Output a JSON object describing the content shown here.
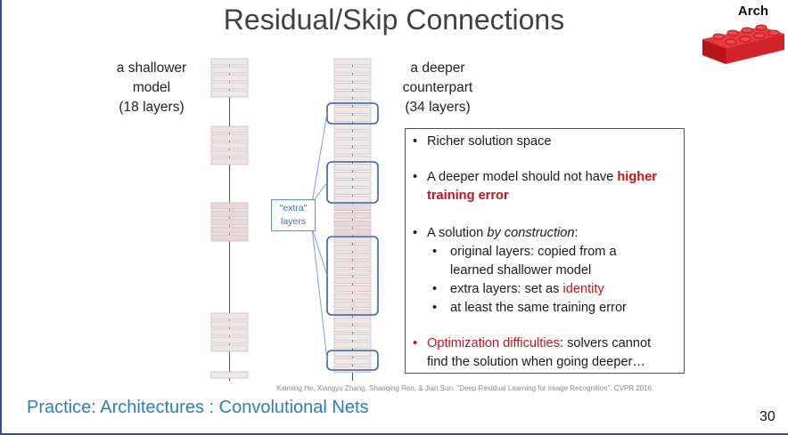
{
  "slide": {
    "title": "Residual/Skip Connections",
    "corner_label": "Arch",
    "page_number": "30",
    "footer": "Practice: Architectures : Convolutional Nets",
    "citation": "Kaiming He, Xiangyu Zhang, Shaoqing Ren, & Jian Sun. \"Deep Residual Learning for Image Recognition\". CVPR 2016."
  },
  "diagram": {
    "shallow_label": [
      "a shallower",
      "model",
      "(18 layers)"
    ],
    "deep_label": [
      "a deeper",
      "counterpart",
      "(34 layers)"
    ],
    "extra_label": [
      "\"extra\"",
      "layers"
    ]
  },
  "infobox": {
    "b1": "Richer solution space",
    "b2_pre": "A deeper model should not have ",
    "b2_red1": "higher",
    "b2_red2": "training error",
    "b3_pre": "A solution ",
    "b3_ital": "by construction",
    "b3_post": ":",
    "s1a": "original layers: copied from a",
    "s1b": "learned shallower model",
    "s2_pre": "extra layers: set as ",
    "s2_red": "identity",
    "s3": "at least the same training error",
    "b4_red": "Optimization difficulties",
    "b4_post": ": solvers cannot",
    "b4_line2": "find the solution when going deeper…"
  },
  "colors": {
    "footer": "#2b7fb8",
    "highlight_red": "#c0141d",
    "box_blue": "#3b5ea8",
    "brick_red": "#d9232a"
  }
}
